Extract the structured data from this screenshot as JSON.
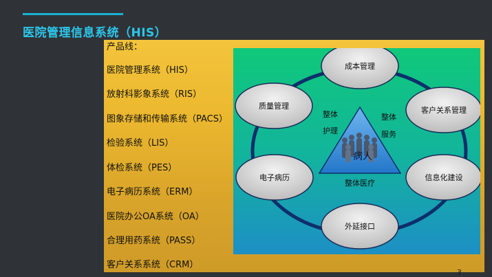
{
  "header": {
    "title": "医院管理信息系统（HIS）"
  },
  "product_list": {
    "heading": "产品线：",
    "items": [
      "医院管理系统（HIS）",
      "放射科影象系统（RIS）",
      "图象存储和传输系统（PACS）",
      "检验系统（LIS）",
      "体检系统（PES）",
      "电子病历系统（ERM）",
      "医院办公OA系统（OA）",
      "合理用药系统（PASS）",
      "客户关系系统（CRM）"
    ]
  },
  "diagram": {
    "nodes": [
      "成本管理",
      "客户关系管理",
      "信息化建设",
      "外延接口",
      "电子病历",
      "质量管理"
    ],
    "center": {
      "label": "病人",
      "left_top": "整体",
      "left_bottom": "护理",
      "right_top": "整体",
      "right_bottom": "服务",
      "bottom": "整体医疗"
    },
    "colors": {
      "background_top": "#10c87a",
      "background_bottom": "#1d8fc6",
      "ring": "#0e2f6b",
      "node_fill": "#d4d4d4",
      "triangle": "#2f86d6"
    }
  },
  "footer": {
    "page_number": "3"
  }
}
